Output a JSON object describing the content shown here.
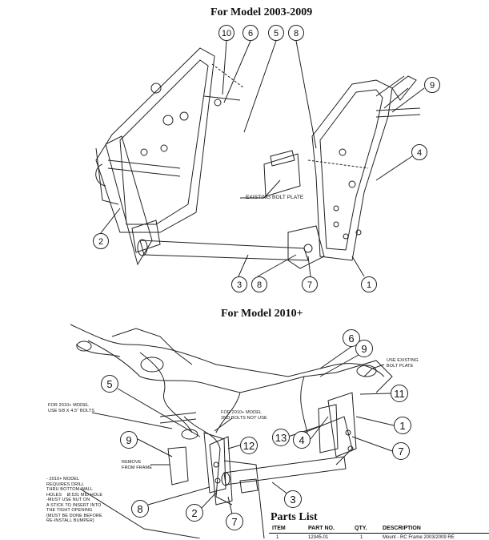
{
  "diagram_top": {
    "title": "For Model 2003-2009",
    "callouts": [
      "10",
      "6",
      "5",
      "8",
      "9",
      "4",
      "2",
      "3",
      "8",
      "7",
      "1"
    ],
    "labels": {
      "existing_bolt_plate": "EXISTING BOLT PLATE"
    }
  },
  "diagram_bottom": {
    "title": "For Model 2010+",
    "callouts": [
      "6",
      "9",
      "5",
      "11",
      "1",
      "13",
      "4",
      "12",
      "9",
      "7",
      "3",
      "8",
      "2",
      "7"
    ],
    "notes": {
      "use_existing": "USE EXISTING\nBOLT PLATE",
      "bolts_5_8": "FOR 2010+ MODEL\nUSE 5/8 X 4.5\" BOLTS",
      "second_bolts": "FOR 2010+ MODEL\n2ND BOLTS NOT USE",
      "remove_frame": "REMOVE\nFROM FRAME",
      "drill_note": "- 2010+ MODEL\nREQUIRES DRILL\nTHRU BOTTOM WALL\nHOLES    Ø.531 MID HOLE\n-MUST USE NUT ON\nA STICK TO INSERT INTO\nTHE TIGHT OPENING\n(MUST BE DONE BEFORE\nRE-INSTALL BUMPER)"
    }
  },
  "parts_list": {
    "title": "Parts List",
    "headers": {
      "item": "ITEM",
      "part_no": "PART NO.",
      "qty": "QTY.",
      "description": "DESCRIPTION"
    },
    "partial_row": {
      "item": "1",
      "part_no": "12345-01",
      "qty": "1",
      "description": "Mount - RC Frame 2003/2009 RE"
    }
  },
  "colors": {
    "line": "#222222",
    "background": "#ffffff"
  }
}
